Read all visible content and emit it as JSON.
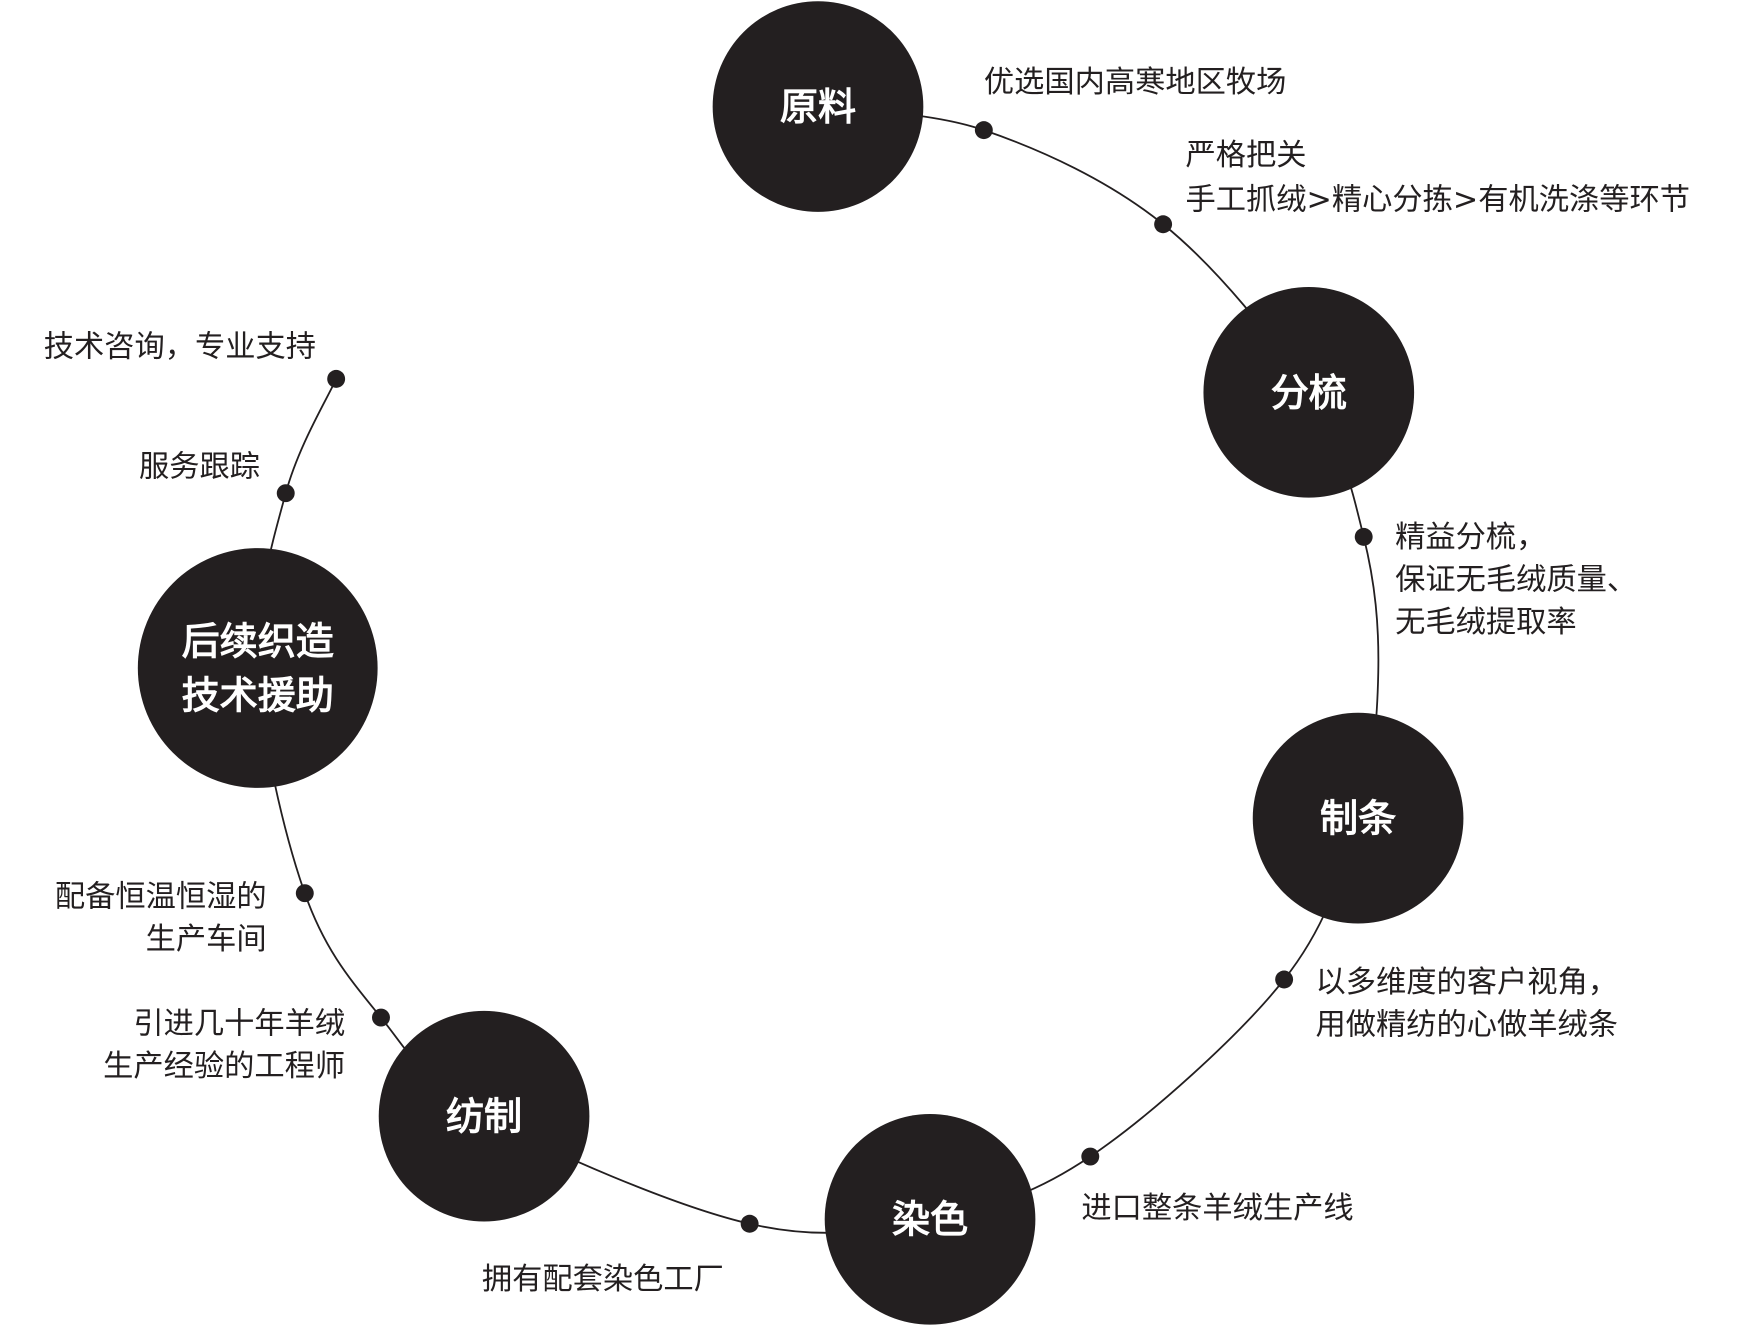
{
  "colors": {
    "node": "#231f20",
    "line": "#231f20",
    "background": "#ffffff",
    "node_text": "#ffffff"
  },
  "nodes": [
    {
      "id": "raw",
      "lines": [
        "原料"
      ]
    },
    {
      "id": "combing",
      "lines": [
        "分梳"
      ]
    },
    {
      "id": "sliver",
      "lines": [
        "制条"
      ]
    },
    {
      "id": "dyeing",
      "lines": [
        "染色"
      ]
    },
    {
      "id": "spinning",
      "lines": [
        "纺制"
      ]
    },
    {
      "id": "support",
      "lines": [
        "后续织造",
        "技术援助"
      ]
    }
  ],
  "annotations": [
    {
      "lines": [
        "优选国内高寒地区牧场"
      ]
    },
    {
      "lines": [
        "严格把关",
        "手工抓绒>精心分拣>有机洗涤等环节"
      ]
    },
    {
      "lines": [
        "精益分梳，",
        "保证无毛绒质量、",
        "无毛绒提取率"
      ]
    },
    {
      "lines": [
        "以多维度的客户视角，",
        "用做精纺的心做羊绒条"
      ]
    },
    {
      "lines": [
        "进口整条羊绒生产线"
      ]
    },
    {
      "lines": [
        "拥有配套染色工厂"
      ]
    },
    {
      "lines": [
        "引进几十年羊绒",
        "生产经验的工程师"
      ]
    },
    {
      "lines": [
        "配备恒温恒湿的",
        "生产车间"
      ]
    },
    {
      "lines": [
        "服务跟踪"
      ]
    },
    {
      "lines": [
        "技术咨询，专业支持"
      ]
    }
  ]
}
